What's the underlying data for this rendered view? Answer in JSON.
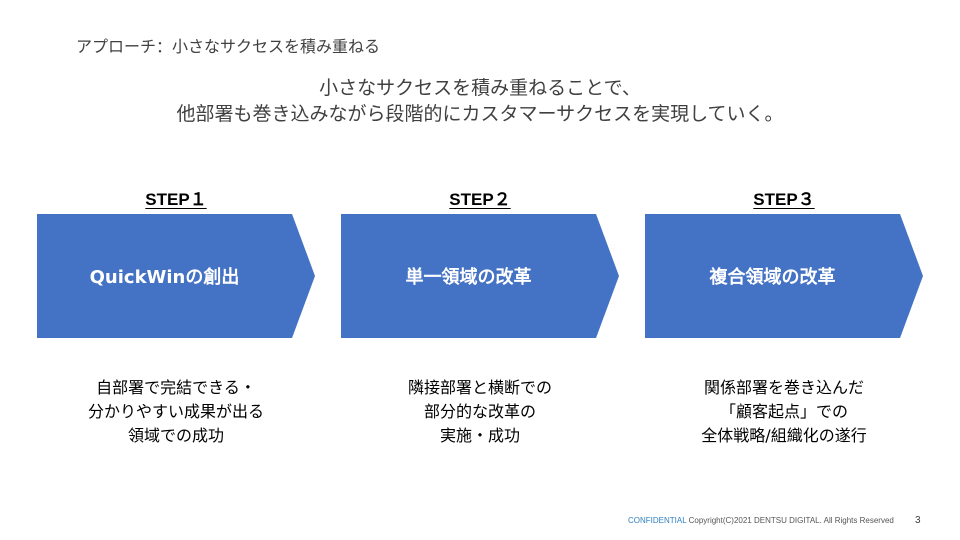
{
  "slide": {
    "title": "アプローチ：小さなサクセスを積み重ねる",
    "lead_lines": [
      "小さなサクセスを積み重ねることで、",
      "他部署も巻き込みながら段階的にカスタマーサクセスを実現していく。"
    ],
    "steps": [
      {
        "label": "STEP１",
        "arrow_text": "QuickWinの創出",
        "description": [
          "自部署で完結できる・",
          "分かりやすい成果が出る",
          "領域での成功"
        ]
      },
      {
        "label": "STEP２",
        "arrow_text": "単一領域の改革",
        "description": [
          "隣接部署と横断での",
          "部分的な改革の",
          "実施・成功"
        ]
      },
      {
        "label": "STEP３",
        "arrow_text": "複合領域の改革",
        "description": [
          "関係部署を巻き込んだ",
          "「顧客起点」での",
          "全体戦略/組織化の遂行"
        ]
      }
    ],
    "arrow_color": "#4472C4",
    "footer": {
      "confidential": "CONFIDENTIAL",
      "copyright": "Copyright(C)2021  DENTSU DIGITAL. All Rights Reserved"
    },
    "page_number": "3"
  }
}
